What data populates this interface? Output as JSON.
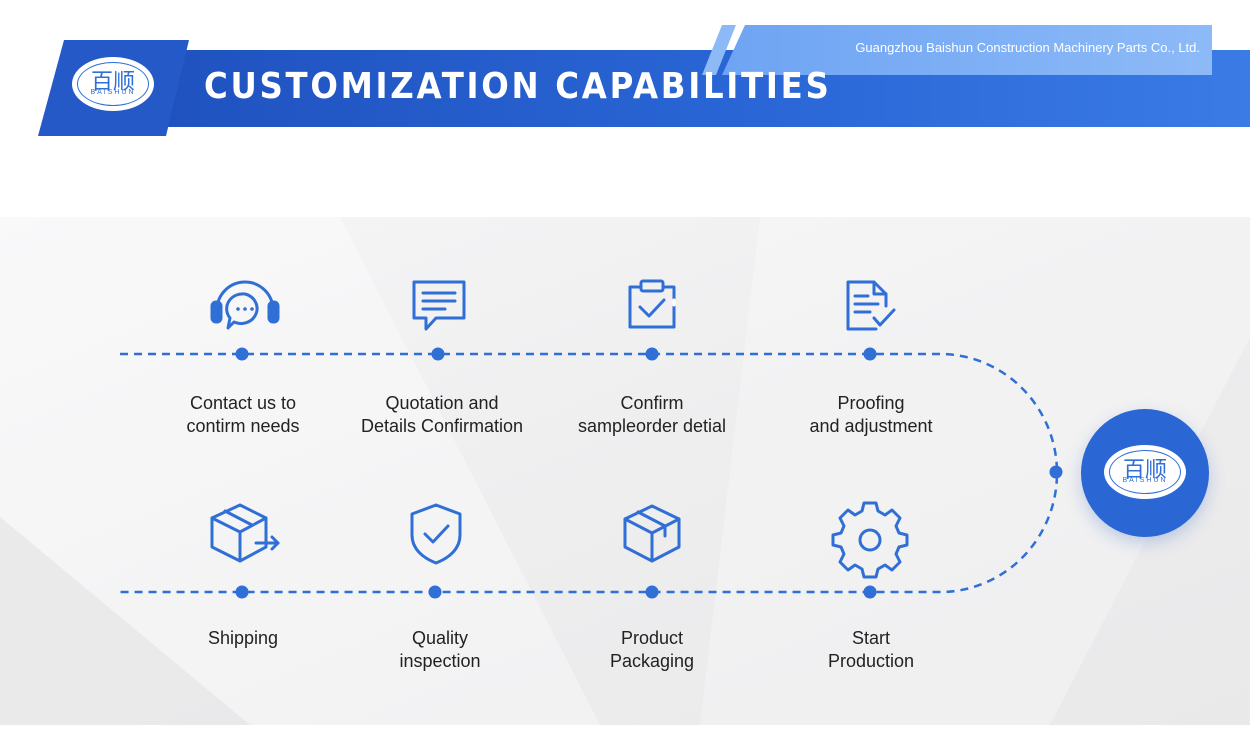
{
  "header": {
    "title": "CUSTOMIZATION CAPABILITIES",
    "company": "Guangzhou Baishun Construction Machinery Parts Co., Ltd."
  },
  "logo": {
    "chinese": "百顺",
    "english": "BAISHUN"
  },
  "steps_top": [
    {
      "label_line1": "Contact us to",
      "label_line2": "contirm needs",
      "icon": "headset-chat-icon"
    },
    {
      "label_line1": "Quotation and",
      "label_line2": "Details Confirmation",
      "icon": "message-icon"
    },
    {
      "label_line1": "Confirm",
      "label_line2": "sampleorder detial",
      "icon": "clipboard-check-icon"
    },
    {
      "label_line1": "Proofing",
      "label_line2": "and adjustment",
      "icon": "document-check-icon"
    }
  ],
  "steps_bottom": [
    {
      "label_line1": "Shipping",
      "label_line2": "",
      "icon": "box-arrow-icon"
    },
    {
      "label_line1": "Quality",
      "label_line2": "inspection",
      "icon": "shield-check-icon"
    },
    {
      "label_line1": "Product",
      "label_line2": "Packaging",
      "icon": "package-icon"
    },
    {
      "label_line1": "Start",
      "label_line2": "Production",
      "icon": "gear-icon"
    }
  ],
  "colors": {
    "primary": "#2f6fd6",
    "dark_blue": "#2159c4",
    "light_blue": "#5d97f0",
    "panel": "#f1f1f2"
  }
}
